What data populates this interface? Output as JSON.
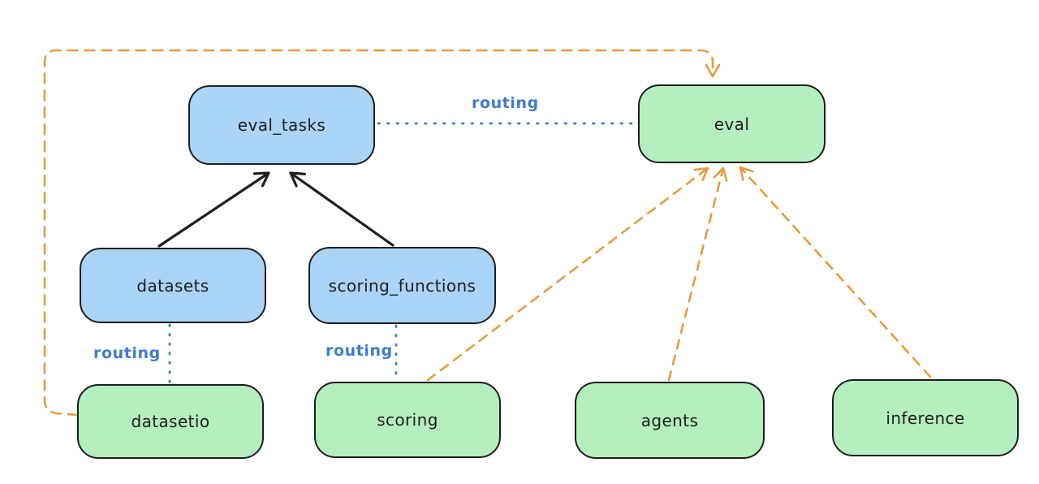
{
  "diagram": {
    "background": "#ffffff",
    "colors": {
      "blue_fill": "#a9d4f5",
      "green_fill": "#b4efbf",
      "stroke": "#1e1e1e",
      "orange": "#e89a3c",
      "routing_blue": "#3d7cd0",
      "text": "#1e1e1e"
    },
    "nodes": [
      {
        "label": "eval_tasks",
        "kind": "blue"
      },
      {
        "label": "eval",
        "kind": "green"
      },
      {
        "label": "datasets",
        "kind": "blue"
      },
      {
        "label": "scoring_functions",
        "kind": "blue"
      },
      {
        "label": "datasetio",
        "kind": "green"
      },
      {
        "label": "scoring",
        "kind": "green"
      },
      {
        "label": "agents",
        "kind": "green"
      },
      {
        "label": "inference",
        "kind": "green"
      }
    ],
    "edges": [
      {
        "from": "datasets",
        "to": "eval_tasks",
        "style": "solid-black-arrow",
        "label": ""
      },
      {
        "from": "scoring_functions",
        "to": "eval_tasks",
        "style": "solid-black-arrow",
        "label": ""
      },
      {
        "from": "eval_tasks",
        "to": "eval",
        "style": "dotted-blue",
        "label": "routing"
      },
      {
        "from": "datasets",
        "to": "datasetio",
        "style": "dotted-blue",
        "label": "routing"
      },
      {
        "from": "scoring_functions",
        "to": "scoring",
        "style": "dotted-blue",
        "label": "routing"
      },
      {
        "from": "datasetio",
        "to": "eval",
        "style": "dashed-orange-arrow",
        "label": ""
      },
      {
        "from": "scoring",
        "to": "eval",
        "style": "dashed-orange-arrow",
        "label": ""
      },
      {
        "from": "agents",
        "to": "eval",
        "style": "dashed-orange-arrow",
        "label": ""
      },
      {
        "from": "inference",
        "to": "eval",
        "style": "dashed-orange-arrow",
        "label": ""
      }
    ]
  }
}
